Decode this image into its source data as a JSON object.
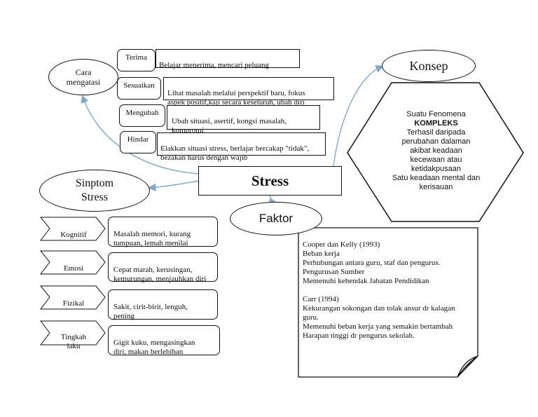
{
  "center": {
    "title": "Stress"
  },
  "cara": {
    "title": "Cara\nmengatasi",
    "items": [
      {
        "label": "Terima",
        "desc": "Belajar menerima, mencari peluang"
      },
      {
        "label": "Sesuaikan",
        "desc": "Lihat masalah melalui perspektif baru, fokus\naspek positif,kaji secara keseluruh, ubah diri"
      },
      {
        "label": "Mengubah",
        "desc": "Ubah situasi, asertif, kongsi masalah,\nkompromi"
      },
      {
        "label": "Hindar",
        "desc": "Elakkan situasi stress, berlajar bercakap \"tidak\",\nbezakan harus dengan wajib"
      }
    ]
  },
  "sinptom": {
    "title": "Sinptom\nStress",
    "items": [
      {
        "label": "Kognitif",
        "desc": "Masalah memori, kurang\ntumpuan, lemah menilai"
      },
      {
        "label": "Emosi",
        "desc": "Cepat marah, kerusingan,\nkemurungan, menjauhkan diri"
      },
      {
        "label": "Fizikal",
        "desc": "Sakit, cirit-birit, lenguh,\npening"
      },
      {
        "label": "Tingkah\nlaku",
        "desc": "Gigit kuku, mengasingkan\ndiri, makan berlebihan"
      }
    ]
  },
  "konsep": {
    "title": "Konsep",
    "text_line1": "Suatu Fenomena",
    "text_bold": "KOMPLEKS",
    "text_rest": "Terhasil daripada\nperubahan dalaman\nakibat keadaan\nkecewaan atau\nketidakpusaan\nSatu keadaan mental dan\nkerisauan"
  },
  "faktor": {
    "title": "Faktor",
    "source1": "Cooper dan Kelly (1993)",
    "list1": [
      "Beban kerja",
      "Perhubungan antara guru, staf dan pengurus.",
      "Pengurusan Sumber",
      "Memenuhi kehendak Jabatan Pendidikan"
    ],
    "source2": "Carr (1994)",
    "list2": [
      "Kekurangan sokongan dan tolak ansur dr kalagan\n     guru.",
      "Memenuhi beban kerja yang semakin bertambah",
      "Harapan tinggi dr pengurus sekolah."
    ]
  },
  "colors": {
    "connector": "#7fa7c9",
    "line": "#111111",
    "bg": "#ffffff"
  },
  "icons": [
    "arrow-connector",
    "chevron-shape",
    "hexagon-shape",
    "folded-note-shape"
  ]
}
